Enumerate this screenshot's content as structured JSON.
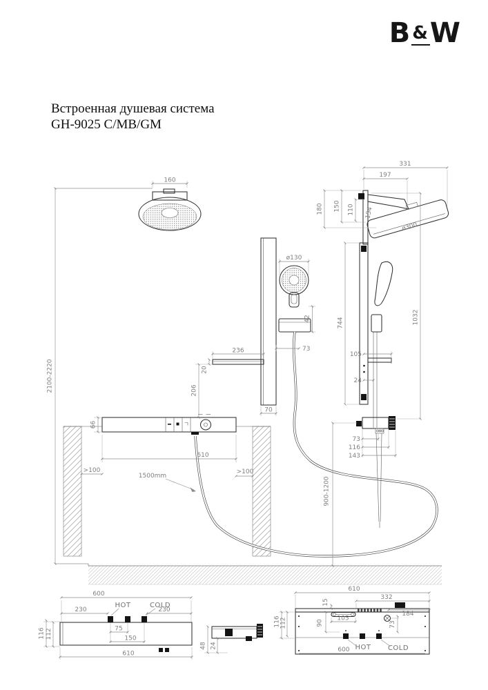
{
  "logo": {
    "b": "B",
    "amp": "&",
    "w": "W"
  },
  "title": {
    "line1": "Встроенная душевая система",
    "line2": "GH-9025 C/MB/GM"
  },
  "colors": {
    "ink": "#2e2e2e",
    "dim": "#8b8b8b",
    "hatch": "#9a9a9a"
  },
  "front": {
    "head_w": "160",
    "range": "2100-2220",
    "hand_dia": "ø130",
    "holder": "42",
    "hose_gap": "73",
    "shelf_w": "236",
    "shelf_t": "20",
    "shelf_drop": "206",
    "panel_h": "66",
    "panel_w": "610",
    "rail_w": "70",
    "min_left": ">100",
    "min_right": ">100",
    "hose_len": "1500mm"
  },
  "side": {
    "total_w": "331",
    "arm": "197",
    "drop": "180",
    "h1": "150",
    "h2": "110",
    "plate": "154",
    "head_dia": "ø300",
    "rail_h": "744",
    "total_h": "1032",
    "shelf_d": "105",
    "rod_d": "24",
    "d1": "73",
    "d2": "116",
    "d3": "143",
    "mount_h": "900-1200"
  },
  "bottom_front": {
    "w_top": "600",
    "hot": "HOT",
    "cold": "COLD",
    "off_l": "230",
    "off_r": "230",
    "s1": "75",
    "s2": "150",
    "w_bot": "610",
    "h_out": "116",
    "h_in": "112"
  },
  "bottom_side": {
    "d_out": "48",
    "d_in": "24"
  },
  "bottom_top": {
    "w_top": "610",
    "w_right": "332",
    "edge": "15",
    "outlet": "184",
    "slot": "105",
    "slot_d": "90",
    "knob": "73",
    "h_out": "116",
    "h_in": "112",
    "hot": "HOT",
    "cold": "COLD",
    "w_bot": "600"
  }
}
